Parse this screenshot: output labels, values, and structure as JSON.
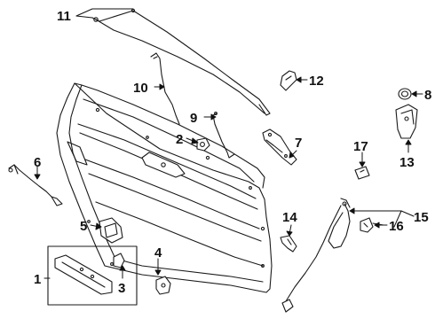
{
  "diagram": {
    "callouts": [
      {
        "id": "1",
        "label": "1"
      },
      {
        "id": "2",
        "label": "2"
      },
      {
        "id": "3",
        "label": "3"
      },
      {
        "id": "4",
        "label": "4"
      },
      {
        "id": "5",
        "label": "5"
      },
      {
        "id": "6",
        "label": "6"
      },
      {
        "id": "7",
        "label": "7"
      },
      {
        "id": "8",
        "label": "8"
      },
      {
        "id": "9",
        "label": "9"
      },
      {
        "id": "10",
        "label": "10"
      },
      {
        "id": "11",
        "label": "11"
      },
      {
        "id": "12",
        "label": "12"
      },
      {
        "id": "13",
        "label": "13"
      },
      {
        "id": "14",
        "label": "14"
      },
      {
        "id": "15",
        "label": "15"
      },
      {
        "id": "16",
        "label": "16"
      },
      {
        "id": "17",
        "label": "17"
      }
    ]
  },
  "colors": {
    "line": "#1a1a1a",
    "part_fill": "#ffffff",
    "shade": "#d9d9d9",
    "background": "#ffffff"
  }
}
